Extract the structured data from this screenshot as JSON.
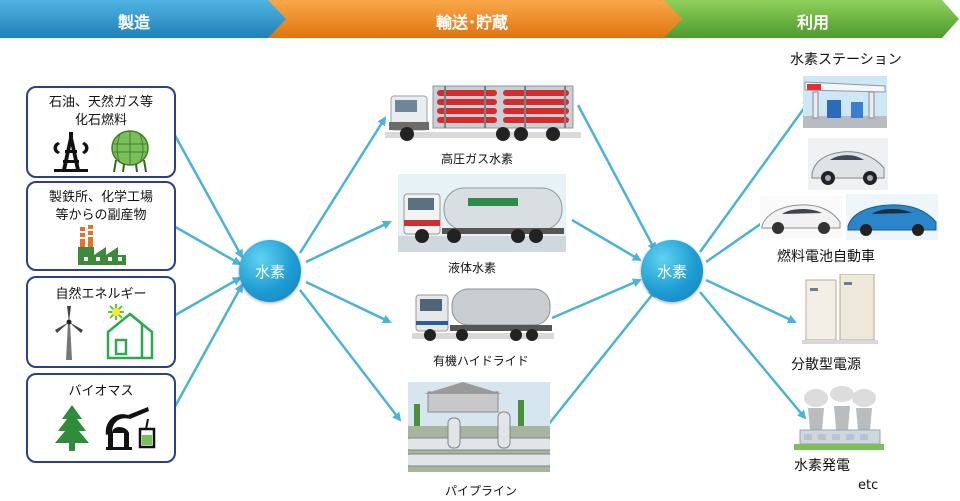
{
  "headers": {
    "production": "製造",
    "transport": "輸送･貯蔵",
    "use": "利用"
  },
  "sources": [
    {
      "line1": "石油、天然ガス等",
      "line2": "化石燃料",
      "icons": [
        "oil-derrick-icon",
        "gas-tank-icon"
      ]
    },
    {
      "line1": "製鉄所、化学工場",
      "line2": "等からの副産物",
      "icons": [
        "factory-icon"
      ]
    },
    {
      "line1": "自然エネルギー",
      "line2": "",
      "icons": [
        "wind-turbine-icon",
        "solar-house-icon"
      ]
    },
    {
      "line1": "バイオマス",
      "line2": "",
      "icons": [
        "tree-icon",
        "biomass-plant-icon"
      ]
    }
  ],
  "hubs": {
    "left": "水素",
    "right": "水素"
  },
  "transport": [
    {
      "label": "高圧ガス水素",
      "icon": "high-pressure-trailer-icon"
    },
    {
      "label": "液体水素",
      "icon": "liquid-hydrogen-truck-icon"
    },
    {
      "label": "有機ハイドライド",
      "icon": "tanker-truck-icon"
    },
    {
      "label": "パイプライン",
      "icon": "pipeline-icon"
    }
  ],
  "uses": [
    {
      "label": "水素ステーション",
      "icon": "hydrogen-station-icon"
    },
    {
      "label": "燃料電池自動車",
      "icon": "fuel-cell-car-icon"
    },
    {
      "label": "分散型電源",
      "icon": "fuel-cell-unit-icon"
    },
    {
      "label": "水素発電",
      "icon": "power-plant-icon"
    }
  ],
  "etc": "etc",
  "colors": {
    "header_blue": "#2a8fc6",
    "header_orange": "#f28a1c",
    "header_green": "#6db33f",
    "arrow": "#4cb3d8",
    "box_border": "#2b3f8c",
    "hub": "#1e9cd3"
  }
}
